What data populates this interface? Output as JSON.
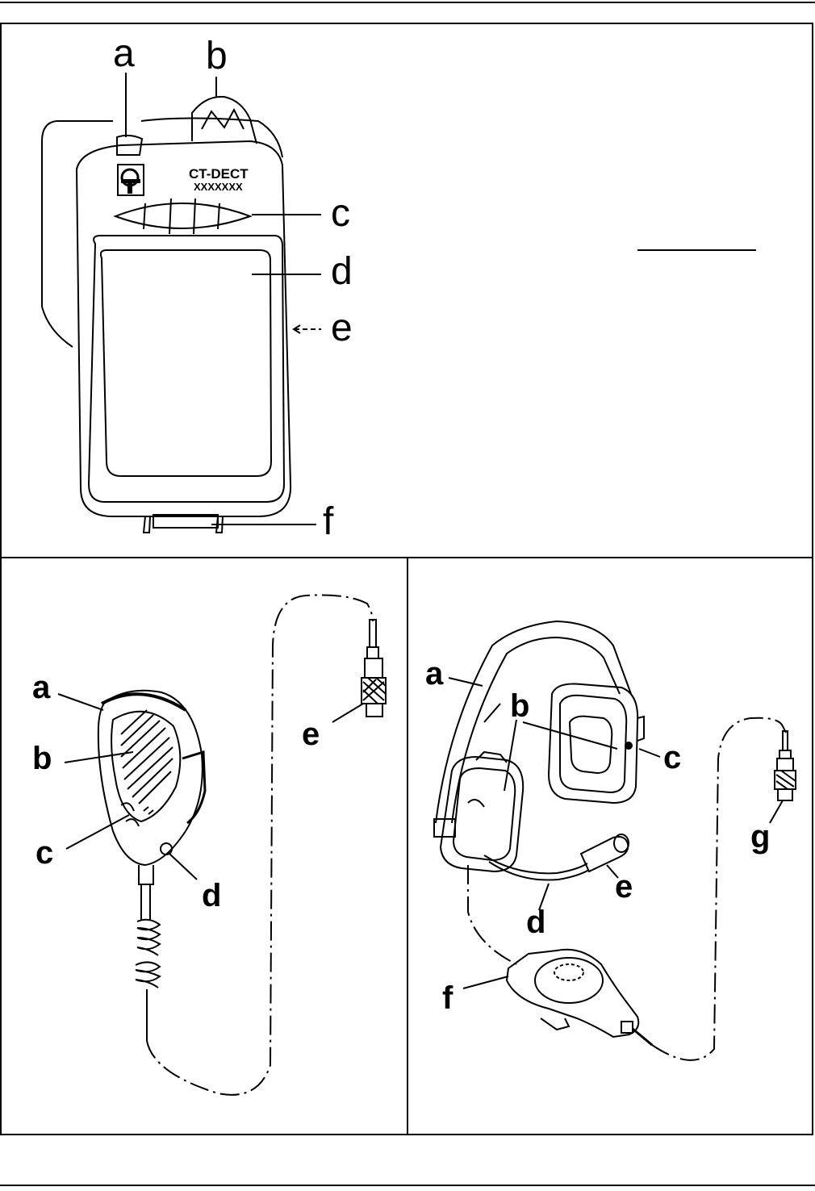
{
  "handset": {
    "brand_text": "CT-DECT",
    "model_text": "XXXXXXX",
    "labels": {
      "a": "a",
      "b": "b",
      "c": "c",
      "d": "d",
      "e": "e",
      "f": "f"
    }
  },
  "speaker_mic": {
    "labels": {
      "a": "a",
      "b": "b",
      "c": "c",
      "d": "d",
      "e": "e"
    }
  },
  "headset": {
    "labels": {
      "a": "a",
      "b": "b",
      "c": "c",
      "d": "d",
      "e": "e",
      "f": "f",
      "g": "g"
    }
  }
}
